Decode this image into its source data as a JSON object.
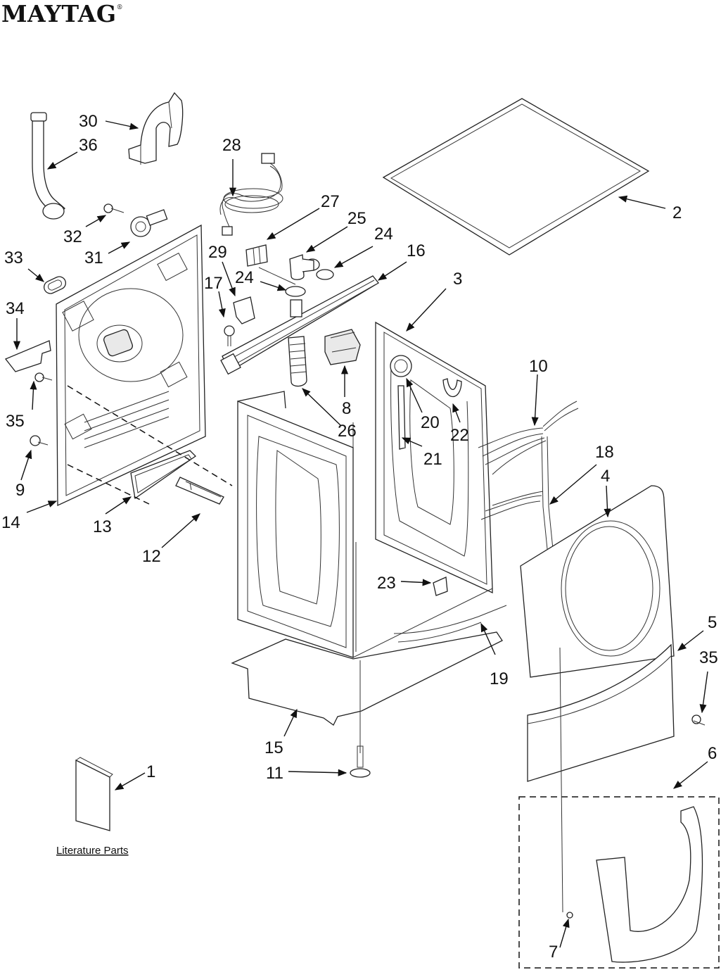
{
  "brand": {
    "name": "MAYTAG",
    "mark": "®"
  },
  "literature_label": "Literature Parts",
  "callouts": [
    {
      "id": "c30",
      "text": "30"
    },
    {
      "id": "c36",
      "text": "36"
    },
    {
      "id": "c28",
      "text": "28"
    },
    {
      "id": "c27",
      "text": "27"
    },
    {
      "id": "c25",
      "text": "25"
    },
    {
      "id": "c24a",
      "text": "24"
    },
    {
      "id": "c16",
      "text": "16"
    },
    {
      "id": "c2",
      "text": "2"
    },
    {
      "id": "c32",
      "text": "32"
    },
    {
      "id": "c31",
      "text": "31"
    },
    {
      "id": "c33",
      "text": "33"
    },
    {
      "id": "c29",
      "text": "29"
    },
    {
      "id": "c17",
      "text": "17"
    },
    {
      "id": "c24b",
      "text": "24"
    },
    {
      "id": "c3",
      "text": "3"
    },
    {
      "id": "c34",
      "text": "34"
    },
    {
      "id": "c10",
      "text": "10"
    },
    {
      "id": "c35a",
      "text": "35"
    },
    {
      "id": "c8",
      "text": "8"
    },
    {
      "id": "c20",
      "text": "20"
    },
    {
      "id": "c22",
      "text": "22"
    },
    {
      "id": "c26",
      "text": "26"
    },
    {
      "id": "c18",
      "text": "18"
    },
    {
      "id": "c21",
      "text": "21"
    },
    {
      "id": "c4",
      "text": "4"
    },
    {
      "id": "c9",
      "text": "9"
    },
    {
      "id": "c14",
      "text": "14"
    },
    {
      "id": "c13",
      "text": "13"
    },
    {
      "id": "c12",
      "text": "12"
    },
    {
      "id": "c23",
      "text": "23"
    },
    {
      "id": "c5",
      "text": "5"
    },
    {
      "id": "c35b",
      "text": "35"
    },
    {
      "id": "c19",
      "text": "19"
    },
    {
      "id": "c15",
      "text": "15"
    },
    {
      "id": "c6",
      "text": "6"
    },
    {
      "id": "c11",
      "text": "11"
    },
    {
      "id": "c1",
      "text": "1"
    },
    {
      "id": "c7",
      "text": "7"
    }
  ]
}
